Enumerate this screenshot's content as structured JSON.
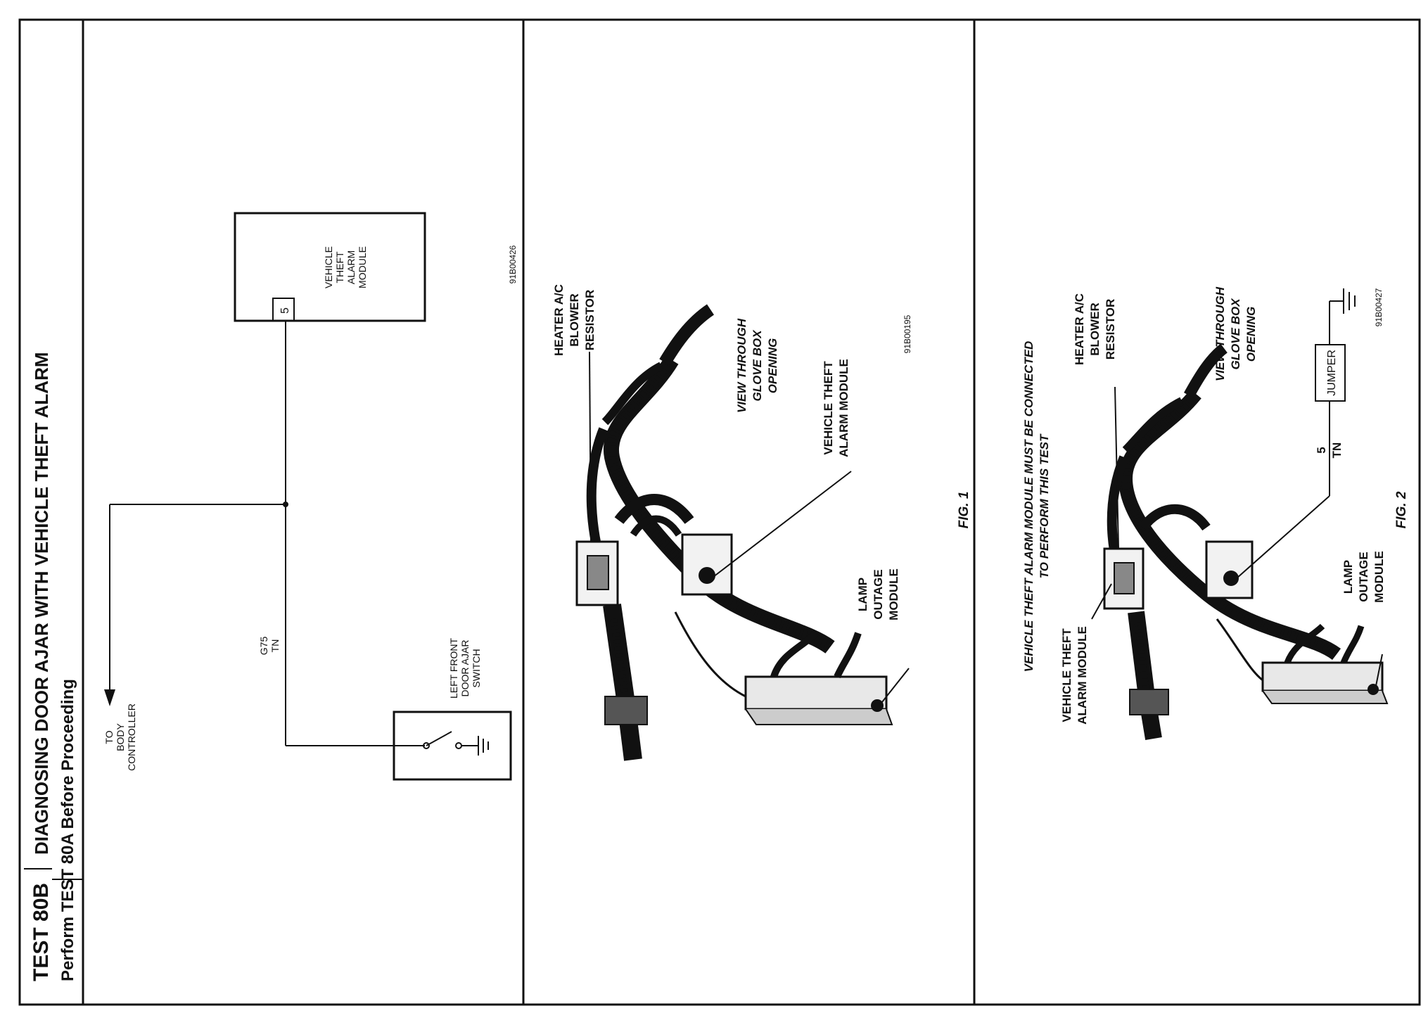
{
  "header": {
    "test_id": "TEST 80B",
    "title": "DIAGNOSING DOOR AJAR WITH VEHICLE THEFT ALARM",
    "subtitle": "Perform TEST 80A Before Proceeding"
  },
  "schematic": {
    "module_name_lines": [
      "VEHICLE",
      "THEFT",
      "ALARM",
      "MODULE"
    ],
    "pin": "5",
    "wire_lines": [
      "G75",
      "TN"
    ],
    "destination_lines": [
      "TO",
      "BODY",
      "CONTROLLER"
    ],
    "switch_lines": [
      "LEFT FRONT",
      "DOOR AJAR",
      "SWITCH"
    ],
    "ref": "91B00426"
  },
  "fig1": {
    "label": "FIG. 1",
    "ref": "91B00195",
    "callout_resistor": [
      "HEATER A/C",
      "BLOWER",
      "RESISTOR"
    ],
    "callout_view": [
      "VIEW THROUGH",
      "GLOVE BOX",
      "OPENING"
    ],
    "callout_vta": [
      "VEHICLE THEFT",
      "ALARM MODULE"
    ],
    "callout_lamp": [
      "LAMP",
      "OUTAGE",
      "MODULE"
    ]
  },
  "fig2": {
    "label": "FIG. 2",
    "ref": "91B00427",
    "note_lines": [
      "VEHICLE THEFT ALARM MODULE MUST BE CONNECTED",
      "TO PERFORM THIS TEST"
    ],
    "callout_resistor": [
      "HEATER A/C",
      "BLOWER",
      "RESISTOR"
    ],
    "callout_view": [
      "VIEW THROUGH",
      "GLOVE BOX",
      "OPENING"
    ],
    "callout_vta": [
      "VEHICLE THEFT",
      "ALARM MODULE"
    ],
    "callout_lamp": [
      "LAMP",
      "OUTAGE",
      "MODULE"
    ],
    "jumper": "JUMPER",
    "pin_lines": [
      "5",
      "TN"
    ]
  }
}
